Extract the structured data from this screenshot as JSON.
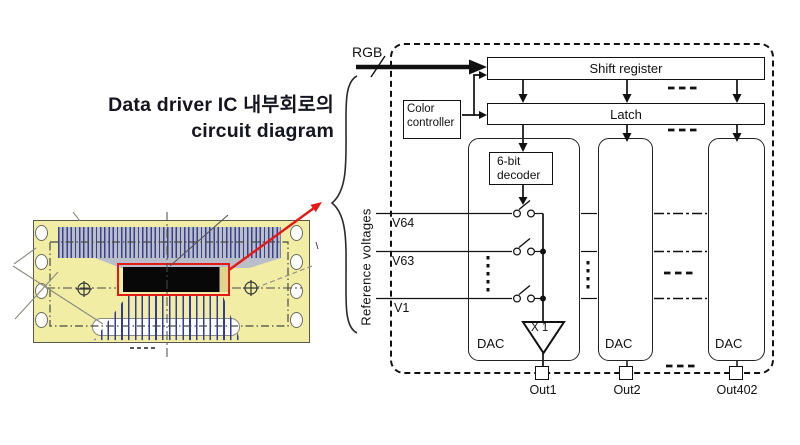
{
  "title": {
    "line1": "Data driver IC 내부회로의",
    "line2": "circuit diagram"
  },
  "labels": {
    "rgb": "RGB",
    "shift_register": "Shift register",
    "latch": "Latch",
    "color_controller": "Color controller",
    "decoder": "6-bit decoder",
    "reference_voltages": "Reference voltages",
    "v64": "V64",
    "v63": "V63",
    "v1": "V1",
    "dac": "DAC",
    "buffer_gain": "X 1",
    "out1": "Out1",
    "out2": "Out2",
    "out402": "Out402"
  },
  "colors": {
    "accent_red": "#e51a18",
    "film_yellow": "#f2eda5",
    "lead_blue": "#39418f",
    "band_gray": "#b9bec8",
    "line_black": "#111111"
  }
}
